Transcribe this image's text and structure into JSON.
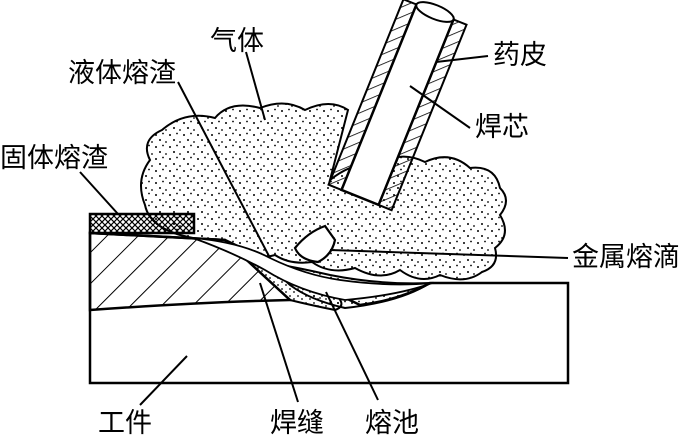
{
  "labels": {
    "gas": "气体",
    "liquid_slag": "液体熔渣",
    "coating": "药皮",
    "core_wire": "焊芯",
    "solid_slag": "固体熔渣",
    "metal_droplet": "金属熔滴",
    "workpiece": "工件",
    "weld_seam": "焊缝",
    "molten_pool": "熔池"
  },
  "colors": {
    "ink": "#000000",
    "background": "#ffffff"
  }
}
